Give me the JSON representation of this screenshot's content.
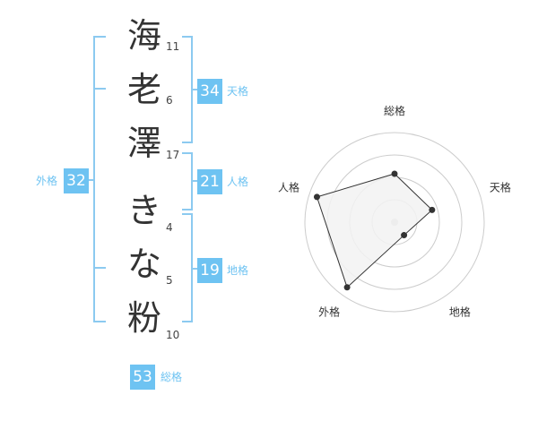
{
  "name": {
    "characters": [
      {
        "char": "海",
        "strokes": "11"
      },
      {
        "char": "老",
        "strokes": "6"
      },
      {
        "char": "澤",
        "strokes": "17"
      },
      {
        "char": "き",
        "strokes": "4"
      },
      {
        "char": "な",
        "strokes": "5"
      },
      {
        "char": "粉",
        "strokes": "10"
      }
    ]
  },
  "kaku": {
    "tenkaku": {
      "value": "34",
      "label": "天格"
    },
    "jinkaku": {
      "value": "21",
      "label": "人格"
    },
    "chikaku": {
      "value": "19",
      "label": "地格"
    },
    "gaikaku": {
      "value": "32",
      "label": "外格"
    },
    "soukaku": {
      "value": "53",
      "label": "総格"
    }
  },
  "colors": {
    "accent": "#6ec3f2",
    "bracket": "#8ccaf0",
    "text": "#333333",
    "radar_fill": "#f2f2f2",
    "radar_grid": "#cccccc"
  },
  "chart_data": {
    "type": "radar",
    "axes": [
      "総格",
      "天格",
      "地格",
      "外格",
      "人格"
    ],
    "values": [
      0.54,
      0.44,
      0.18,
      0.9,
      0.91
    ],
    "range": [
      0,
      1
    ],
    "rings": 4
  }
}
